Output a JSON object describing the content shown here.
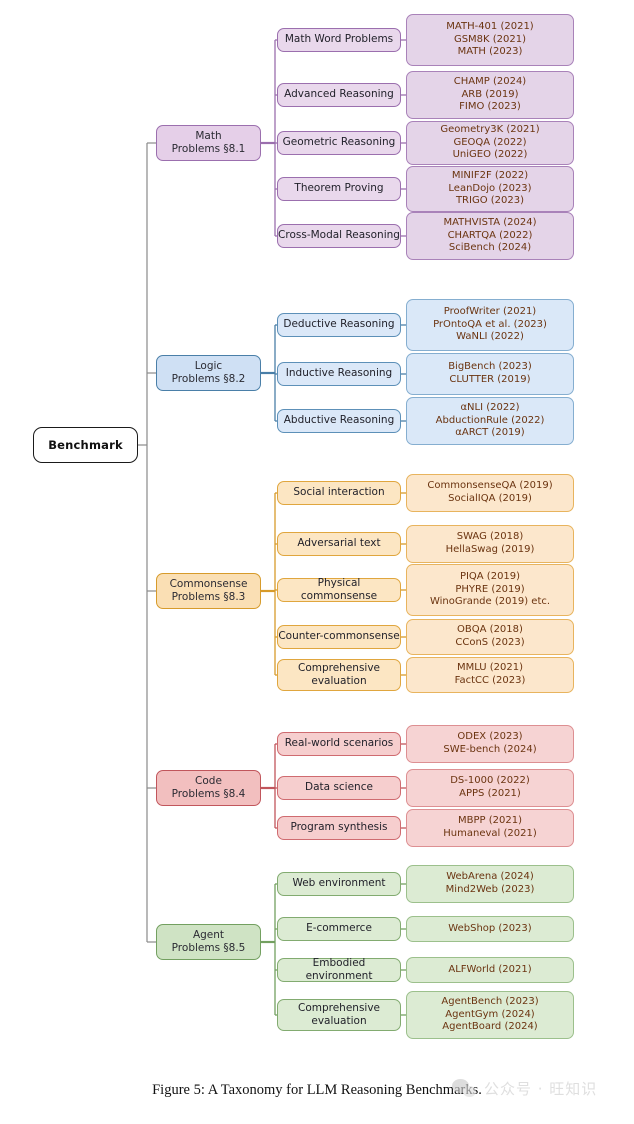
{
  "figure": {
    "caption": "Figure 5: A Taxonomy for LLM Reasoning Benchmarks.",
    "root_label": "Benchmark"
  },
  "watermark": {
    "text": "公众号 · 旺知识",
    "logo_icon": "wechat-logo-icon",
    "color": "#cdcdcd"
  },
  "palette": {
    "math": "#9b6fae",
    "logic": "#4a7fa8",
    "commonsense": "#d79b2b",
    "code": "#c1565c",
    "agent": "#73a060",
    "root_border": "#1a1a1a",
    "leaf_text": "#6b3410"
  },
  "branches": [
    {
      "key": "math",
      "label": "Math\nProblems §8.1",
      "groups": [
        {
          "label": "Math Word Problems",
          "items": "MATH-401 (2021)\nGSM8K (2021)\nMATH (2023)"
        },
        {
          "label": "Advanced Reasoning",
          "items": "CHAMP (2024)\nARB (2019)\nFIMO (2023)"
        },
        {
          "label": "Geometric Reasoning",
          "items": "Geometry3K (2021)\nGEOQA (2022)\nUniGEO (2022)"
        },
        {
          "label": "Theorem Proving",
          "items": "MINIF2F (2022)\nLeanDojo (2023)\nTRIGO (2023)"
        },
        {
          "label": "Cross-Modal Reasoning",
          "items": "MATHVISTA (2024)\nCHARTQA (2022)\nSciBench (2024)"
        }
      ]
    },
    {
      "key": "logic",
      "label": "Logic\nProblems §8.2",
      "groups": [
        {
          "label": "Deductive Reasoning",
          "items": "ProofWriter (2021)\nPrOntoQA et al. (2023)\nWaNLI (2022)"
        },
        {
          "label": "Inductive Reasoning",
          "items": "BigBench (2023)\nCLUTTER (2019)"
        },
        {
          "label": "Abductive Reasoning",
          "items": "αNLI (2022)\nAbductionRule (2022)\nαARCT (2019)"
        }
      ]
    },
    {
      "key": "commonsense",
      "label": "Commonsense\nProblems §8.3",
      "groups": [
        {
          "label": "Social interaction",
          "items": "CommonsenseQA (2019)\nSocialIQA (2019)"
        },
        {
          "label": "Adversarial text",
          "items": "SWAG (2018)\nHellaSwag (2019)"
        },
        {
          "label": "Physical commonsense",
          "items": "PIQA (2019)\nPHYRE (2019)\nWinoGrande (2019) etc."
        },
        {
          "label": "Counter-commonsense",
          "items": "OBQA (2018)\nCConS (2023)"
        },
        {
          "label": "Comprehensive\nevaluation",
          "items": "MMLU (2021)\nFactCC (2023)"
        }
      ]
    },
    {
      "key": "code",
      "label": "Code\nProblems §8.4",
      "groups": [
        {
          "label": "Real-world scenarios",
          "items": "ODEX (2023)\nSWE-bench (2024)"
        },
        {
          "label": "Data science",
          "items": "DS-1000 (2022)\nAPPS (2021)"
        },
        {
          "label": "Program synthesis",
          "items": "MBPP (2021)\nHumaneval (2021)"
        }
      ]
    },
    {
      "key": "agent",
      "label": "Agent\nProblems §8.5",
      "groups": [
        {
          "label": "Web environment",
          "items": "WebArena (2024)\nMind2Web (2023)"
        },
        {
          "label": "E-commerce",
          "items": "WebShop (2023)"
        },
        {
          "label": "Embodied environment",
          "items": "ALFWorld (2021)"
        },
        {
          "label": "Comprehensive\nevaluation",
          "items": "AgentBench (2023)\nAgentGym (2024)\nAgentBoard (2024)"
        }
      ]
    }
  ]
}
